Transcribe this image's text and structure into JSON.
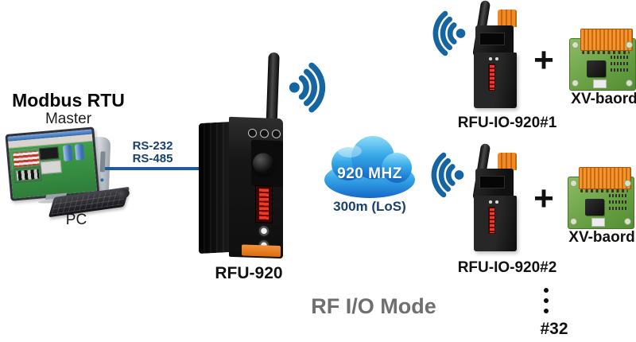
{
  "pc": {
    "title": "Modbus RTU",
    "subtitle": "Master",
    "label": "PC"
  },
  "serial": {
    "protocol1": "RS-232",
    "protocol2": "RS-485"
  },
  "gateway": {
    "label": "RFU-920"
  },
  "cloud": {
    "frequency": "920 MHZ",
    "range": "300m (LoS)"
  },
  "nodes": [
    {
      "label": "RFU-IO-920#1",
      "plus": "+",
      "board_label": "XV-baord"
    },
    {
      "label": "RFU-IO-920#2",
      "plus": "+",
      "board_label": "XV-baord"
    }
  ],
  "mode": {
    "label": "RF I/O Mode"
  },
  "more": {
    "label": "#32"
  },
  "icons": {
    "wifi_signal": "three-arc radio wave with dot",
    "cloud": "glossy blue cloud",
    "plus": "+"
  },
  "colors": {
    "signal_blue": "#1565a3",
    "link_blue": "#1f5c9e",
    "navy_text": "#17406e",
    "cloud_top": "#8edcf8",
    "cloud_bottom": "#1468c8",
    "device_black": "#161616",
    "accent_orange": "#ef8222",
    "dip_red": "#f03a28",
    "board_green": "#619a3e",
    "mode_gray": "#6f6f6f"
  }
}
